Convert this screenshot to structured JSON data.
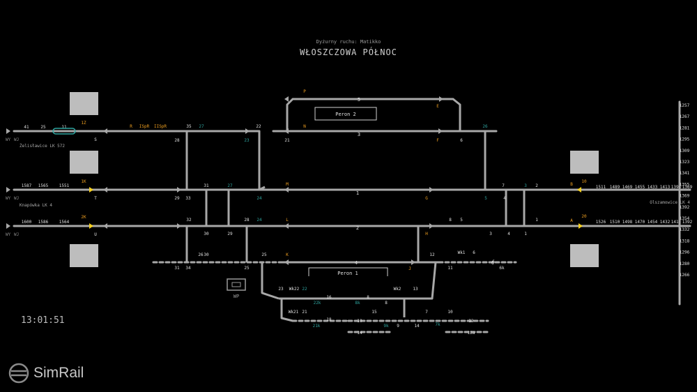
{
  "header": {
    "operator": "Dyżurny ruchu: Matikko",
    "station": "WŁOSZCZOWA PÓŁNOC",
    "time": "13:01:51"
  },
  "logo": {
    "text": "SimRail"
  },
  "colors": {
    "track": "#a8a8a8",
    "label": "#e0e0e0",
    "teal": "#2fa5a0",
    "orange": "#f0a020",
    "signal_yellow": "#f5d020",
    "block": "#bdbdbd"
  },
  "directions": [
    {
      "name": "Żelisławice LK 572"
    },
    {
      "name": "Knapówka LK 4"
    },
    {
      "name": "Olszamowice LK 4"
    }
  ],
  "platforms": [
    "Peron 2",
    "Peron 1"
  ],
  "diagram": {
    "top_left_labels": [
      "WY",
      "WJ",
      "WY",
      "WJ",
      "WY",
      "WJ"
    ],
    "left_blocks_row1": [
      "41",
      "25",
      "11"
    ],
    "left_blocks_row2": [
      "1587",
      "1565",
      "1551"
    ],
    "left_blocks_row3": [
      "1600",
      "1586",
      "1564"
    ],
    "right_blocks_row2": [
      "1511",
      "1489",
      "1469",
      "1455",
      "1433",
      "1413",
      "1393",
      "1369"
    ],
    "right_blocks_row3": [
      "1526",
      "1510",
      "1498",
      "1470",
      "1454",
      "1432",
      "1412",
      "1392"
    ],
    "right_column": [
      "1257",
      "1267",
      "1281",
      "1295",
      "1309",
      "1323",
      "1341",
      "1355",
      "1369",
      "1392",
      "1354",
      "1332",
      "1318",
      "1296",
      "1280",
      "1266"
    ],
    "entry_signals": [
      "1Z",
      "S",
      "1K",
      "T",
      "2K",
      "U",
      "R",
      "ISpR",
      "IISpR",
      "B",
      "10",
      "A",
      "20"
    ],
    "track_numbers": [
      "5",
      "3",
      "1",
      "2",
      "4",
      "6"
    ],
    "station_signals": [
      "P",
      "E",
      "N",
      "F",
      "M",
      "G",
      "L",
      "H",
      "K",
      "J"
    ],
    "switch_labels": [
      "35",
      "27",
      "22",
      "28",
      "23",
      "21",
      "31",
      "27",
      "29",
      "33",
      "24",
      "32",
      "28",
      "24",
      "30",
      "29",
      "30",
      "26",
      "31",
      "34",
      "25",
      "25",
      "26",
      "6",
      "7",
      "3",
      "2",
      "4",
      "5",
      "8",
      "5",
      "1",
      "3",
      "4",
      "1",
      "12",
      "11",
      "Wk1",
      "6",
      "6",
      "6k"
    ],
    "siding_labels": [
      "23",
      "Wk22",
      "22",
      "16",
      "22k",
      "8",
      "8k",
      "Wk2",
      "13",
      "8",
      "Wk21",
      "21",
      "18",
      "21k",
      "15",
      "10",
      "9k",
      "9",
      "14",
      "7",
      "7k",
      "10",
      "12",
      "14",
      "12a"
    ],
    "box_label": "WP"
  }
}
